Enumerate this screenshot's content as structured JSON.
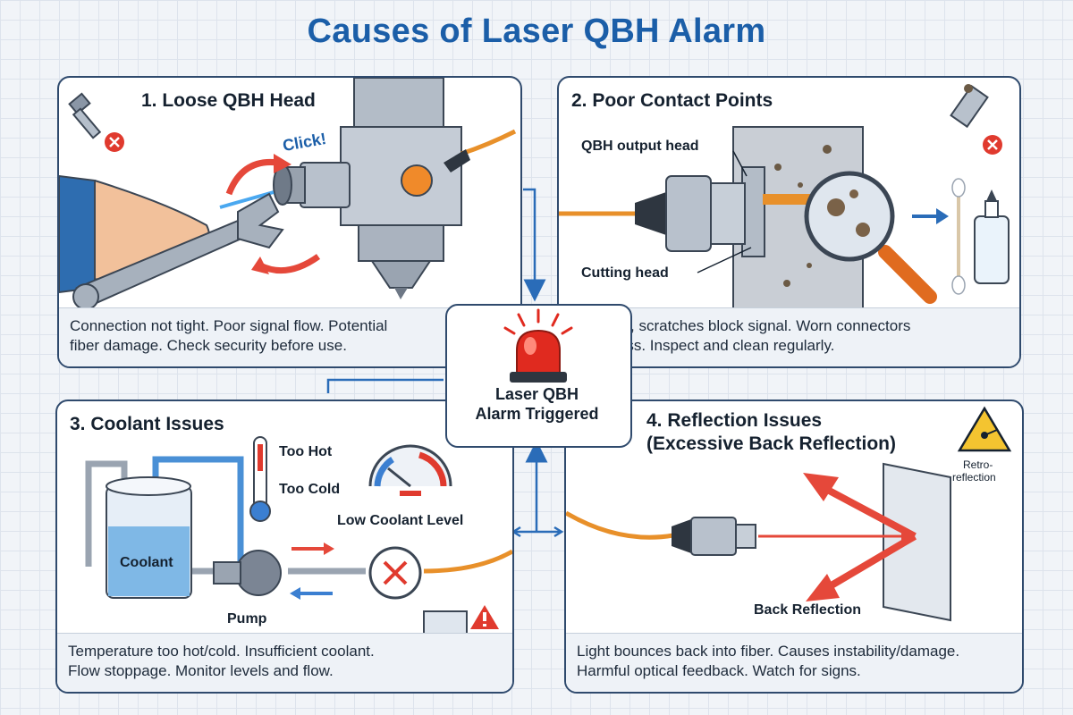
{
  "title": "Causes of Laser QBH Alarm",
  "center": {
    "line1": "Laser QBH",
    "line2": "Alarm Triggered"
  },
  "panels": [
    {
      "title": "1. Loose QBH Head",
      "caption": [
        "Connection not tight. Poor signal flow. Potential",
        "fiber damage. Check security before use."
      ],
      "labels": {
        "click": "Click!"
      }
    },
    {
      "title": "2. Poor Contact Points",
      "caption": [
        "Dirt, dust, scratches block signal. Worn connectors",
        "cause loss. Inspect and clean regularly."
      ],
      "labels": {
        "output_head": "QBH output head",
        "cutting_head": "Cutting head"
      }
    },
    {
      "title": "3. Coolant Issues",
      "caption": [
        "Temperature too hot/cold. Insufficient coolant.",
        "Flow stoppage. Monitor levels and flow."
      ],
      "labels": {
        "too_hot": "Too Hot",
        "too_cold": "Too Cold",
        "low_level": "Low Coolant Level",
        "coolant": "Coolant",
        "pump": "Pump"
      }
    },
    {
      "title_line1": "4. Reflection Issues",
      "title_line2": "(Excessive Back Reflection)",
      "caption": [
        "Light bounces back into fiber. Causes instability/damage.",
        "Harmful optical feedback. Watch for signs."
      ],
      "labels": {
        "retro1": "Retro-",
        "retro2": "reflection",
        "back": "Back Reflection"
      }
    }
  ],
  "colors": {
    "title": "#1b5ea8",
    "alarm": "#e02a1f",
    "fiber": "#e8902a",
    "coolant": "#7fb8e6",
    "arrow_red": "#e5483a",
    "connector": "#2a6cb8"
  }
}
